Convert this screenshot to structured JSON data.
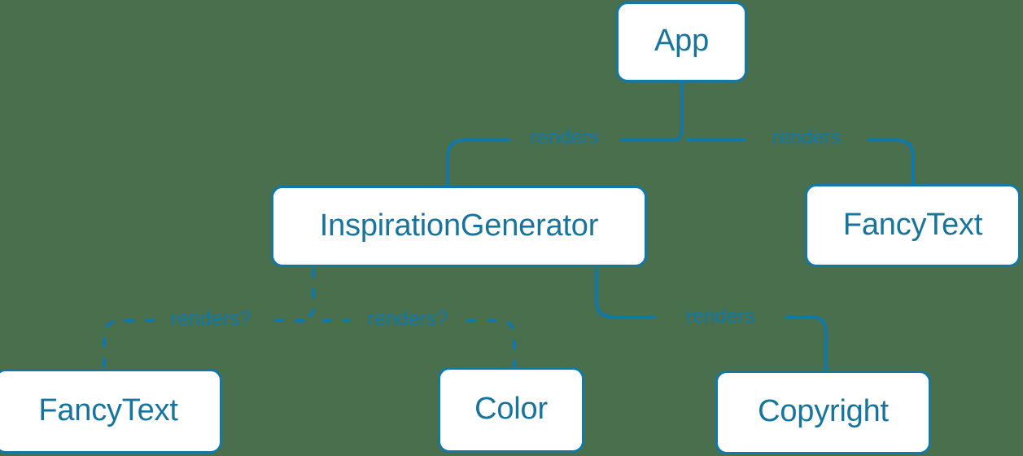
{
  "diagram": {
    "type": "component-tree",
    "background_color": "#4a6f4c",
    "accent_color": "#1278a8",
    "node_fill_color": "#ffffff",
    "text_color": "#17749c",
    "nodes": [
      {
        "id": "app",
        "label": "App"
      },
      {
        "id": "inspiration_generator",
        "label": "InspirationGenerator"
      },
      {
        "id": "fancytext_right",
        "label": "FancyText"
      },
      {
        "id": "fancytext_left",
        "label": "FancyText"
      },
      {
        "id": "color",
        "label": "Color"
      },
      {
        "id": "copyright",
        "label": "Copyright"
      }
    ],
    "edges": [
      {
        "id": "app-inspgen",
        "from": "app",
        "to": "inspiration_generator",
        "label": "renders",
        "style": "solid"
      },
      {
        "id": "app-fancytext",
        "from": "app",
        "to": "fancytext_right",
        "label": "renders",
        "style": "solid"
      },
      {
        "id": "inspgen-fancytext",
        "from": "inspiration_generator",
        "to": "fancytext_left",
        "label": "renders?",
        "style": "dashed"
      },
      {
        "id": "inspgen-color",
        "from": "inspiration_generator",
        "to": "color",
        "label": "renders?",
        "style": "dashed"
      },
      {
        "id": "inspgen-copyright",
        "from": "inspiration_generator",
        "to": "copyright",
        "label": "renders",
        "style": "solid"
      }
    ]
  }
}
